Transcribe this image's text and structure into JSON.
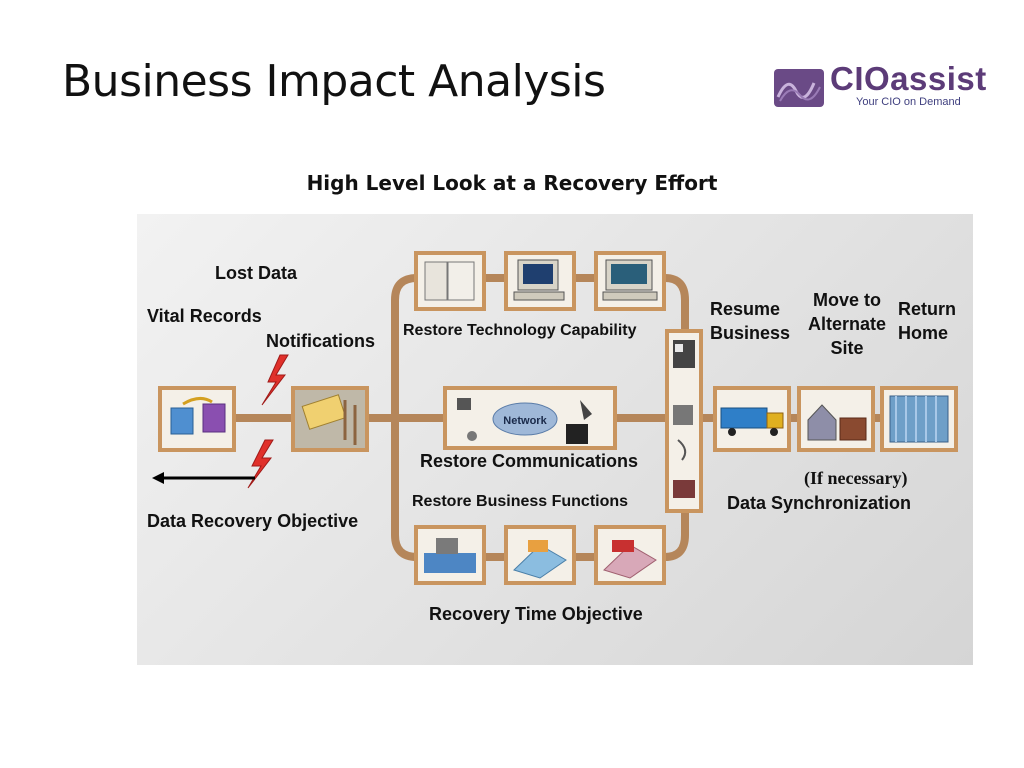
{
  "slide": {
    "title": "Business Impact Analysis",
    "subtitle": "High Level Look at a Recovery Effort"
  },
  "logo": {
    "brand": "CIOassist",
    "tagline": "Your CIO on Demand"
  },
  "labels": {
    "lost_data": "Lost Data",
    "vital_records": "Vital Records",
    "notifications": "Notifications",
    "restore_technology": "Restore Technology Capability",
    "restore_communications": "Restore Communications",
    "restore_business_functions": "Restore Business Functions",
    "recovery_time_objective": "Recovery Time Objective",
    "data_recovery_objective": "Data Recovery Objective",
    "resume_business": "Resume Business",
    "move_to_alternate_site": "Move to Alternate Site",
    "return_home": "Return Home",
    "if_necessary": "(If necessary)",
    "data_synchronization": "Data Synchronization",
    "network": "Network"
  },
  "colors": {
    "pipe": "#b5865a",
    "pipe_dark": "#8c6440",
    "box_frame": "#c9955f",
    "panel": "#e6e6e6",
    "lightning": "#e0302a",
    "brand": "#5c3b78"
  }
}
